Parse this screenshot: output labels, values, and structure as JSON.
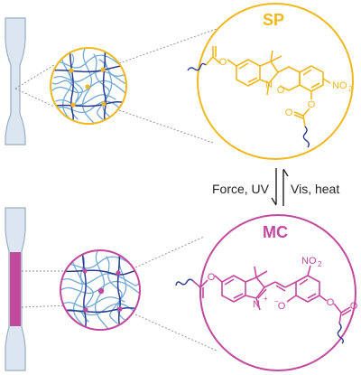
{
  "colors": {
    "sp": "#f0b81c",
    "mc": "#c2499e",
    "strip_fill": "#dce6f0",
    "strip_stroke": "#9aaec4",
    "chain_light": "#74a9d6",
    "chain_dark": "#2b3a8c"
  },
  "top_state": {
    "label": "SP",
    "atoms": {
      "nitro": "NO",
      "nitro_sub": "2",
      "oxygen_ring": "O",
      "nitrogen": "N"
    }
  },
  "bottom_state": {
    "label": "MC",
    "atoms": {
      "nitro": "NO",
      "nitro_sub": "2",
      "oxygen_minus": "O",
      "minus_sign": "−",
      "nitrogen": "N",
      "plus_sign": "+"
    }
  },
  "arrows": {
    "forward_label": "Force, UV",
    "backward_label": "Vis, heat"
  }
}
